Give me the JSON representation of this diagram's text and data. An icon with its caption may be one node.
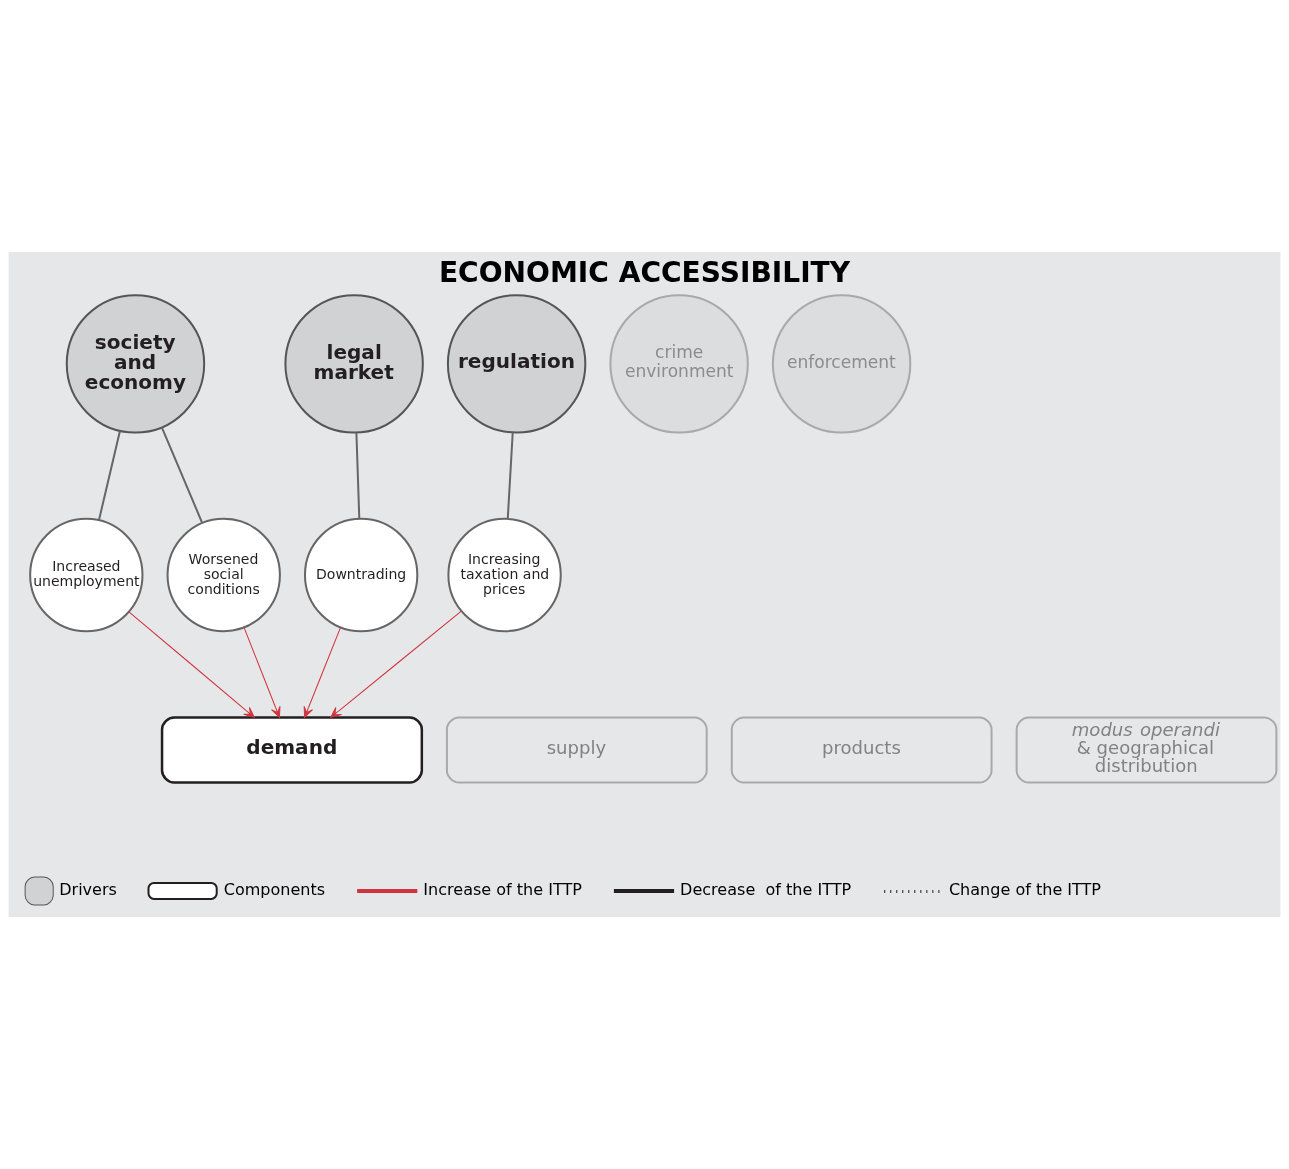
{
  "diagram": {
    "title": "ECONOMIC ACCESSIBILITY",
    "nodes": [
      {
        "text": [
          "society and economy"
        ]
      },
      {
        "text": [
          "legal market"
        ]
      },
      {
        "text": [
          "regulation"
        ]
      },
      {
        "text": [
          "crime environment"
        ]
      },
      {
        "text": [
          "enforcement"
        ]
      },
      {
        "text": [
          "Increased unemployment"
        ]
      },
      {
        "text": [
          "Worsened social conditions"
        ]
      },
      {
        "text": [
          "Downtrading"
        ]
      },
      {
        "text": [
          "Increasing taxation and prices"
        ]
      },
      {
        "text": [
          "demand"
        ]
      },
      {
        "text": [
          "supply"
        ]
      },
      {
        "text": [
          "products"
        ]
      },
      {
        "text": [
          "*modus operandi* & geographical distribution"
        ]
      }
    ],
    "edges": [
      {
        "from": 0,
        "to": 5,
        "arrow": "none"
      },
      {
        "from": 0,
        "to": 6,
        "arrow": "none"
      },
      {
        "from": 1,
        "to": 7,
        "arrow": "none"
      },
      {
        "from": 2,
        "to": 8,
        "arrow": "none"
      },
      {
        "from": 5,
        "to": 9,
        "arrow": "to",
        "color": "#d0343f"
      },
      {
        "from": 6,
        "to": 9,
        "arrow": "to",
        "color": "#d0343f"
      },
      {
        "from": 7,
        "to": 9,
        "arrow": "to",
        "color": "#d0343f"
      },
      {
        "from": 8,
        "to": 9,
        "arrow": "to",
        "color": "#d0343f"
      }
    ],
    "legend": [
      {
        "text": "Drivers"
      },
      {
        "text": "Components"
      },
      {
        "text": "Increase of the ITTP",
        "color": "#d0343f"
      },
      {
        "text": "Decrease  of the ITTP",
        "color": "#231f20"
      },
      {
        "text": "Change of the ITTP"
      }
    ]
  }
}
